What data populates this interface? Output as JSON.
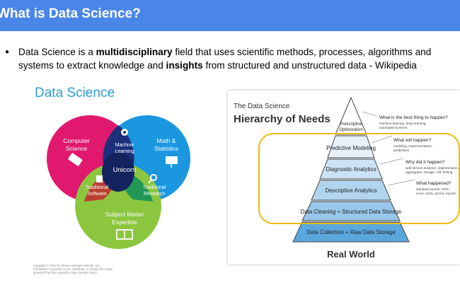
{
  "slide": {
    "title": "What is Data Science?",
    "bullet": {
      "line1_pre": "Data Science is a ",
      "line1_bold": "multidisciplinary",
      "line1_post": " field that uses scientific methods, processes, algorithms and",
      "line2_pre": "systems to extract knowledge and ",
      "line2_bold": "insights",
      "line2_post": " from structured and unstructured data - Wikipedia"
    }
  },
  "venn": {
    "title": "Data Science",
    "colors": {
      "computer": "#e0196f",
      "math": "#1b97e0",
      "expertise": "#8cc63f",
      "title": "#2a9fd6"
    },
    "computer_science": [
      "Computer",
      "Science"
    ],
    "math_statistics": [
      "Math &",
      "Statistics"
    ],
    "subject_expertise": [
      "Subject Matter",
      "Expertise"
    ],
    "machine_learning": [
      "Machine",
      "Learning"
    ],
    "traditional_software": [
      "Traditional",
      "Software"
    ],
    "traditional_research": [
      "Traditional",
      "Research"
    ],
    "center": "Unicorn",
    "copyright": [
      "Copyright © 2014 by Steven Geringer Raleigh, NC.",
      "Permission is granted to use, distribute, or modify this image,",
      "provided that this copyright notice remains intact."
    ]
  },
  "pyramid": {
    "title_small": "The Data Science",
    "title_big": "Hierarchy of Needs",
    "levels": [
      {
        "label": "Prescriptive",
        "label2": "Optimization",
        "color": "#ffffff"
      },
      {
        "label": "Predictive Modeling",
        "color": "#e6f1fa"
      },
      {
        "label": "Diagnostic Analytics",
        "color": "#cbe3f4"
      },
      {
        "label": "Descriptive Analytics",
        "color": "#b2d5ef"
      },
      {
        "label": "Data Cleaning + Structured Data Storage",
        "color": "#97c7ea"
      },
      {
        "label": "Data Collection + Raw Data Storage",
        "color": "#5aa7dd"
      }
    ],
    "questions": [
      {
        "q": "What is the best thing to happen?",
        "sub": [
          "machine learning, deep learning,",
          "automated systems"
        ]
      },
      {
        "q": "What will happen?",
        "sub": [
          "modeling, experimentation,",
          "predictions"
        ]
      },
      {
        "q": "Why did it happen?",
        "sub": [
          "split-service analytics, segmentation,",
          "aggregates, storage, A/B Testing"
        ]
      },
      {
        "q": "What happened?",
        "sub": [
          "standard reports, KPIs,",
          "score cards, ad-hoc reports"
        ]
      }
    ],
    "base": "Real World",
    "highlight_color": "#f1b90e"
  }
}
